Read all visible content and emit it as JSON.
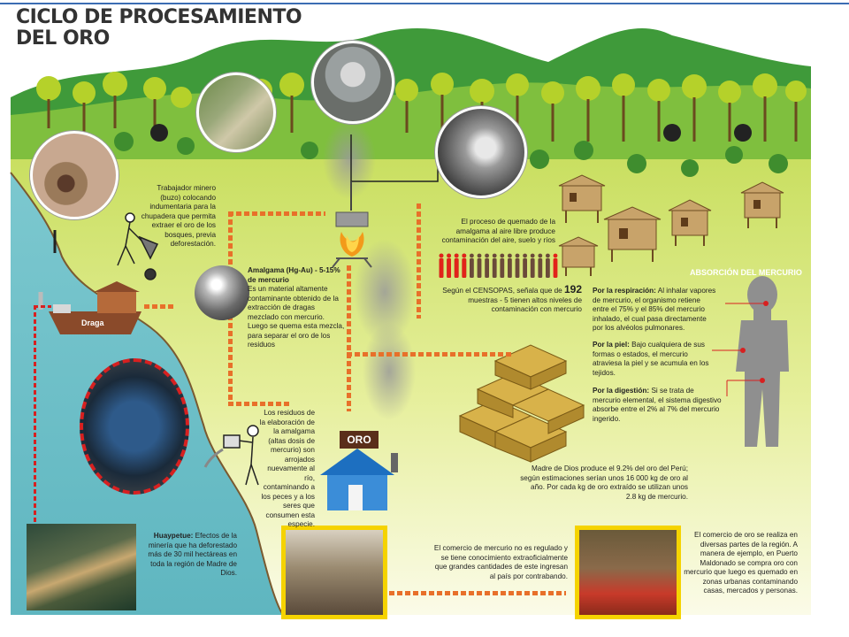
{
  "title": {
    "line1": "CICLO DE PROCESAMIENTO",
    "line2": "DEL ORO"
  },
  "labels": {
    "draga": "Draga",
    "oro": "ORO",
    "absorcion_title": "ABSORCIÓN DEL MERCURIO"
  },
  "texts": {
    "trabajador": "Trabajador minero (buzo) colocando indumentaria para la chupadera que permita extraer el oro de los bosques, previa deforestación.",
    "amalgama_title": "Amalgama (Hg-Au) - 5-15% de mercurio",
    "amalgama_body1": "Es un material altamente contaminante obtenido de la extracción de dragas mezclado con mercurio.",
    "amalgama_body2": "Luego se quema esta mezcla, para separar el oro de los residuos",
    "quemado": "El proceso de quemado de la amalgama al aire libre produce contaminación del aire, suelo y ríos",
    "censopas_pre": "Según el CENSOPAS, señala que de",
    "censopas_num": "192",
    "censopas_post": "muestras - 5 tienen altos niveles de contaminación con mercurio",
    "residuos": "Los residuos de la elaboración de la amalgama (altas dosis de mercurio) son arrojados nuevamente al río, contaminando a los peces y a los seres que consumen esta especie.",
    "respiracion_title": "Por la respiración:",
    "respiracion_body": "Al inhalar vapores de mercurio, el organismo retiene entre el 75% y el 85% del mercurio inhalado, el cual pasa directamente por los alvéolos pulmonares.",
    "piel_title": "Por la piel:",
    "piel_body": "Bajo cualquiera de sus formas o estados, el mercurio atraviesa la piel y se acumula en los tejidos.",
    "digestion_title": "Por la digestión:",
    "digestion_body": "Si se trata de mercurio elemental, el sistema digestivo absorbe entre el 2% al 7% del mercurio ingerido.",
    "madre_de_dios": "Madre de Dios produce el 9.2% del oro del Perú; según estimaciones serían unos 16 000 kg de oro al año. Por cada kg de oro extraído se utilizan unos 2.8 kg de mercurio.",
    "huaypetue_title": "Huaypetue:",
    "huaypetue_body": "Efectos de la minería que ha deforestado más de 30 mil hectáreas en toda la región de Madre de Dios.",
    "comercio_mercurio": "El comercio de mercurio no es regulado y se tiene conocimiento extraoficialmente que grandes cantidades de este ingresan al país por contrabando.",
    "comercio_oro": "El comercio de oro se realiza en diversas partes de la región. A manera de ejemplo, en Puerto Maldonado se compra oro con mercurio que luego es quemado en zonas urbanas contaminando casas, mercados y personas."
  },
  "people_chart": {
    "total_icons": 20,
    "highlighted_icons": 5,
    "normal_color": "#6b4a3a",
    "highlight_color": "#e2231a"
  },
  "colors": {
    "connector": "#e8702a",
    "red_path": "#d72020",
    "frame_yellow": "#f5d300",
    "sky_green": "#c8df6a",
    "river": "#6fc1c9",
    "gold": "#d8b24a"
  }
}
